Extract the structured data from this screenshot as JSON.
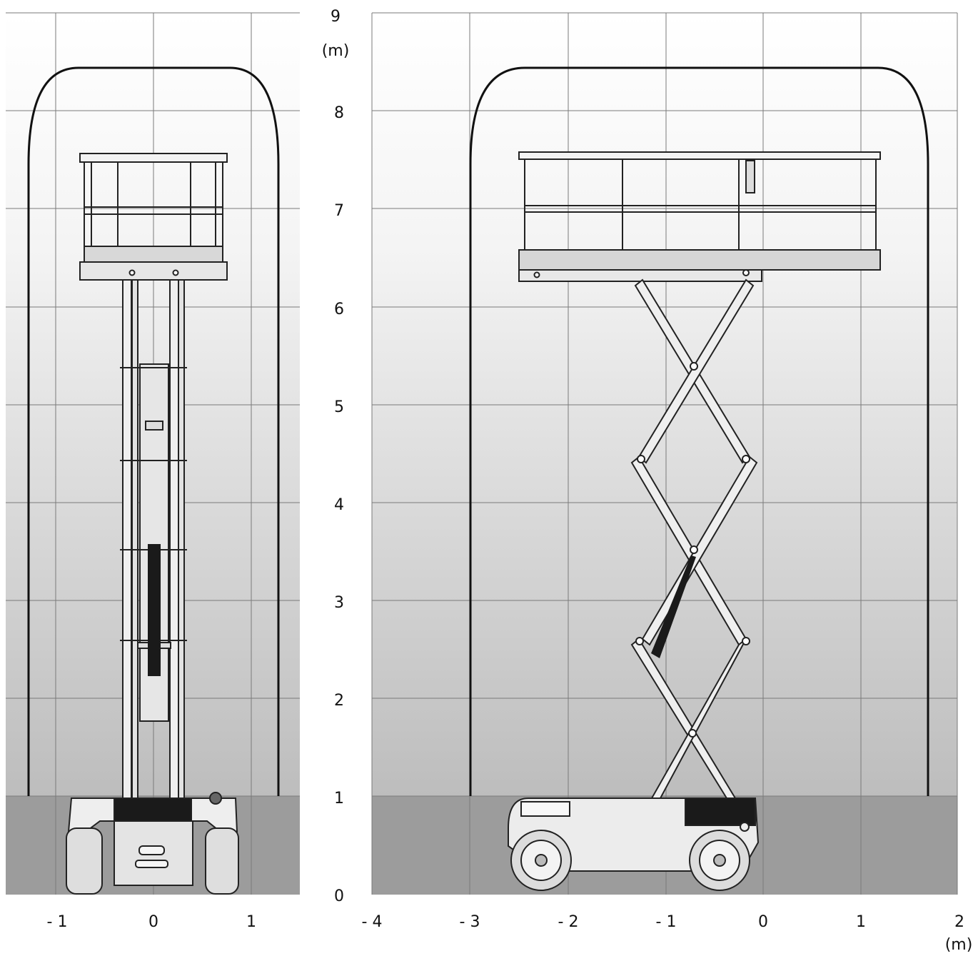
{
  "vertical_axis": {
    "unit": "(m)",
    "ticks": [
      "0",
      "1",
      "2",
      "3",
      "4",
      "5",
      "6",
      "7",
      "8",
      "9"
    ]
  },
  "front_view_axis": {
    "ticks": [
      "- 1",
      "0",
      "1"
    ]
  },
  "side_view_axis": {
    "ticks": [
      "- 4",
      "- 3",
      "- 2",
      "- 1",
      "0",
      "1",
      "2"
    ],
    "unit": "(m)"
  },
  "colors": {
    "ground": "#9a9a9a",
    "grid": "#777777",
    "envelope": "#111111",
    "machine_fill": "#e8e8e8",
    "machine_dark": "#1a1a1a"
  }
}
